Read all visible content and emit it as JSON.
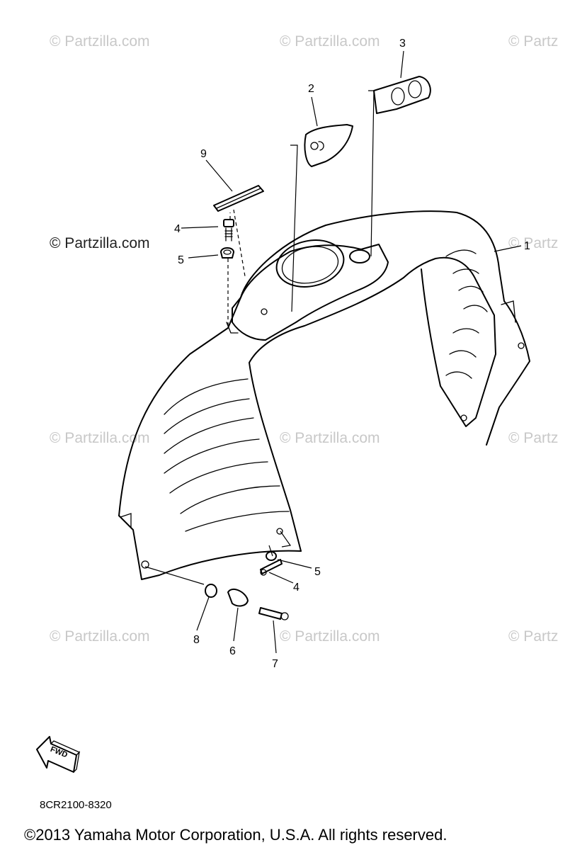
{
  "watermark_text": "© Partzilla.com",
  "watermark_partial": "© Partz",
  "figure_code": "8CR2100-8320",
  "copyright": "©2013 Yamaha Motor Corporation, U.S.A. All rights reserved.",
  "fwd_label": "FWD",
  "callouts": {
    "c1": "1",
    "c2": "2",
    "c3": "3",
    "c4a": "4",
    "c4b": "4",
    "c5a": "5",
    "c5b": "5",
    "c6": "6",
    "c7": "7",
    "c8": "8",
    "c9": "9"
  },
  "colors": {
    "line": "#000000",
    "watermark": "#c8c8c8",
    "background": "#ffffff"
  }
}
